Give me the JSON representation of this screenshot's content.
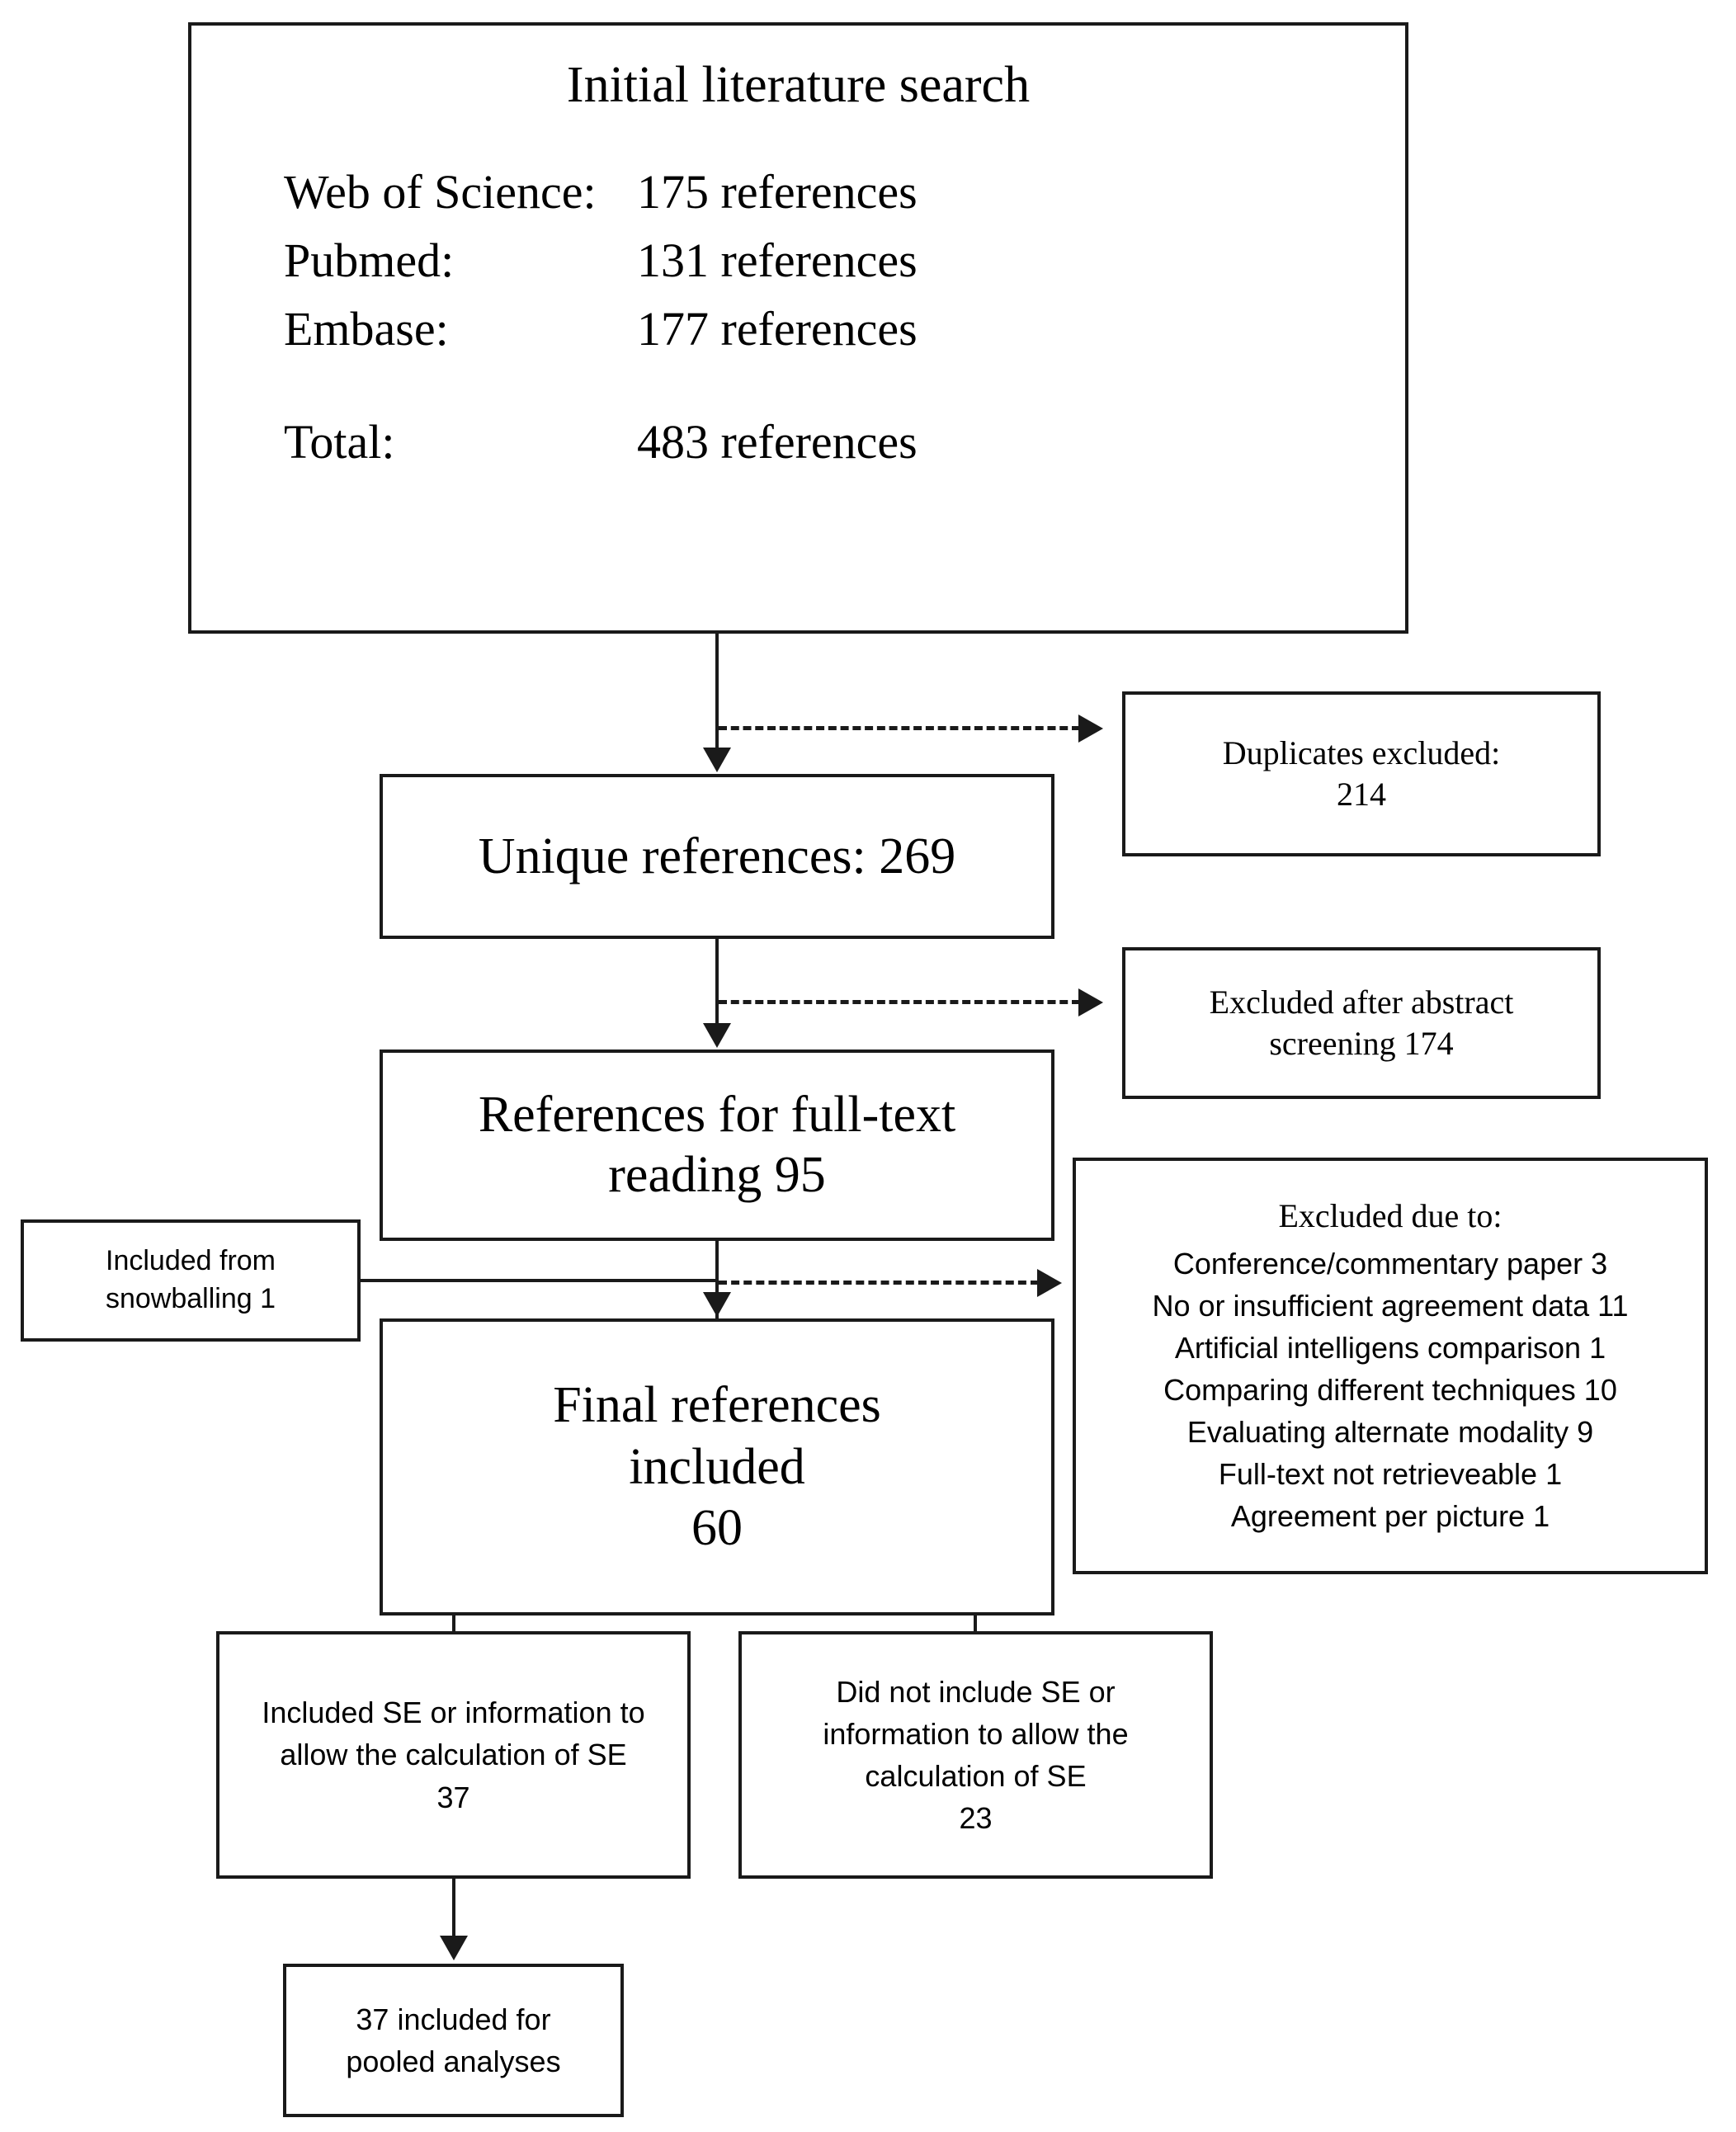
{
  "diagram": {
    "title": "PRISMA literature selection flow diagram",
    "line_color": "#1a1a1a",
    "background": "#ffffff"
  },
  "initial_search": {
    "title": "Initial literature search",
    "sources": [
      {
        "label": "Web of Science:",
        "value": "175 references"
      },
      {
        "label": "Pubmed:",
        "value": "131 references"
      },
      {
        "label": "Embase:",
        "value": "177 references"
      }
    ],
    "total": {
      "label": "Total:",
      "value": "483 references"
    }
  },
  "unique_references": {
    "label": "Unique references: 269"
  },
  "duplicates_excluded": {
    "line1": "Duplicates excluded:",
    "line2": "214"
  },
  "excluded_abstract": {
    "line1": "Excluded after abstract",
    "line2": "screening 174"
  },
  "fulltext_reading": {
    "line1": "References for full-text",
    "line2": "reading 95"
  },
  "snowballing": {
    "line1": "Included from",
    "line2": "snowballing 1"
  },
  "final_references": {
    "line1": "Final references",
    "line2": "included",
    "line3": "60"
  },
  "excluded_due_to": {
    "title": "Excluded due to:",
    "reasons": [
      "Conference/commentary paper 3",
      "No or insufficient agreement data 11",
      "Artificial intelligens comparison 1",
      "Comparing different techniques 10",
      "Evaluating alternate modality 9",
      "Full-text not retrieveable 1",
      "Agreement per picture 1"
    ]
  },
  "included_se": {
    "line1": "Included SE or information to",
    "line2": "allow the calculation of SE",
    "line3": "37"
  },
  "not_included_se": {
    "line1": "Did not include SE or",
    "line2": "information to allow the",
    "line3": "calculation of SE",
    "line4": "23"
  },
  "pooled_analyses": {
    "line1": "37 included for",
    "line2": "pooled analyses"
  },
  "chart_data": {
    "type": "table",
    "title": "Literature selection flow counts",
    "nodes": [
      {
        "name": "Web of Science",
        "count": 175
      },
      {
        "name": "Pubmed",
        "count": 131
      },
      {
        "name": "Embase",
        "count": 177
      },
      {
        "name": "Total initial references",
        "count": 483
      },
      {
        "name": "Duplicates excluded",
        "count": 214
      },
      {
        "name": "Unique references",
        "count": 269
      },
      {
        "name": "Excluded after abstract screening",
        "count": 174
      },
      {
        "name": "References for full-text reading",
        "count": 95
      },
      {
        "name": "Included from snowballing",
        "count": 1
      },
      {
        "name": "Excluded: Conference/commentary paper",
        "count": 3
      },
      {
        "name": "Excluded: No or insufficient agreement data",
        "count": 11
      },
      {
        "name": "Excluded: Artificial intelligens comparison",
        "count": 1
      },
      {
        "name": "Excluded: Comparing different techniques",
        "count": 10
      },
      {
        "name": "Excluded: Evaluating alternate modality",
        "count": 9
      },
      {
        "name": "Excluded: Full-text not retrieveable",
        "count": 1
      },
      {
        "name": "Excluded: Agreement per picture",
        "count": 1
      },
      {
        "name": "Final references included",
        "count": 60
      },
      {
        "name": "Included SE or information to allow the calculation of SE",
        "count": 37
      },
      {
        "name": "Did not include SE or information to allow the calculation of SE",
        "count": 23
      },
      {
        "name": "Included for pooled analyses",
        "count": 37
      }
    ]
  }
}
